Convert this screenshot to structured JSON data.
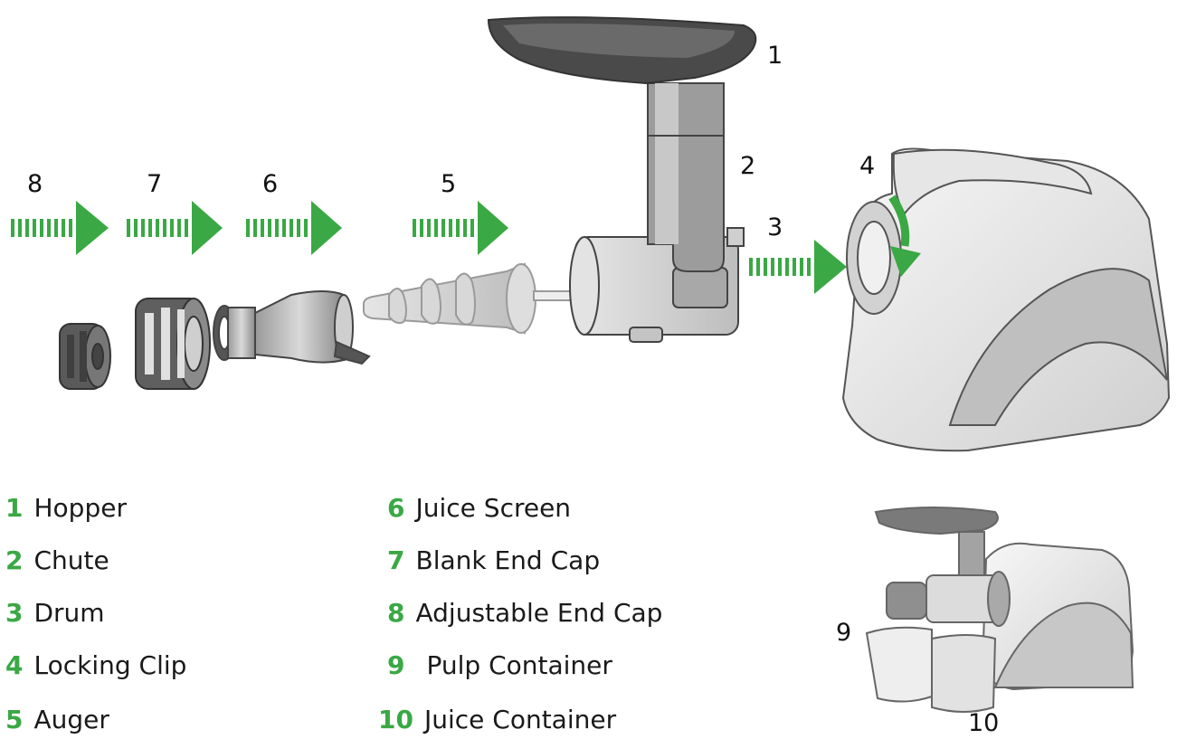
{
  "accent_color": "#3aa844",
  "callouts": {
    "n1": "1",
    "n2": "2",
    "n3": "3",
    "n4": "4",
    "n5": "5",
    "n6": "6",
    "n7": "7",
    "n8": "8",
    "n9": "9",
    "n10": "10"
  },
  "legend": [
    {
      "num": "1",
      "label": "Hopper"
    },
    {
      "num": "2",
      "label": "Chute"
    },
    {
      "num": "3",
      "label": "Drum"
    },
    {
      "num": "4",
      "label": "Locking Clip"
    },
    {
      "num": "5",
      "label": "Auger"
    },
    {
      "num": "6",
      "label": "Juice Screen"
    },
    {
      "num": "7",
      "label": "Blank End Cap"
    },
    {
      "num": "8",
      "label": "Adjustable End Cap"
    },
    {
      "num": "9",
      "label": "Pulp Container"
    },
    {
      "num": "10",
      "label": "Juice Container"
    }
  ]
}
